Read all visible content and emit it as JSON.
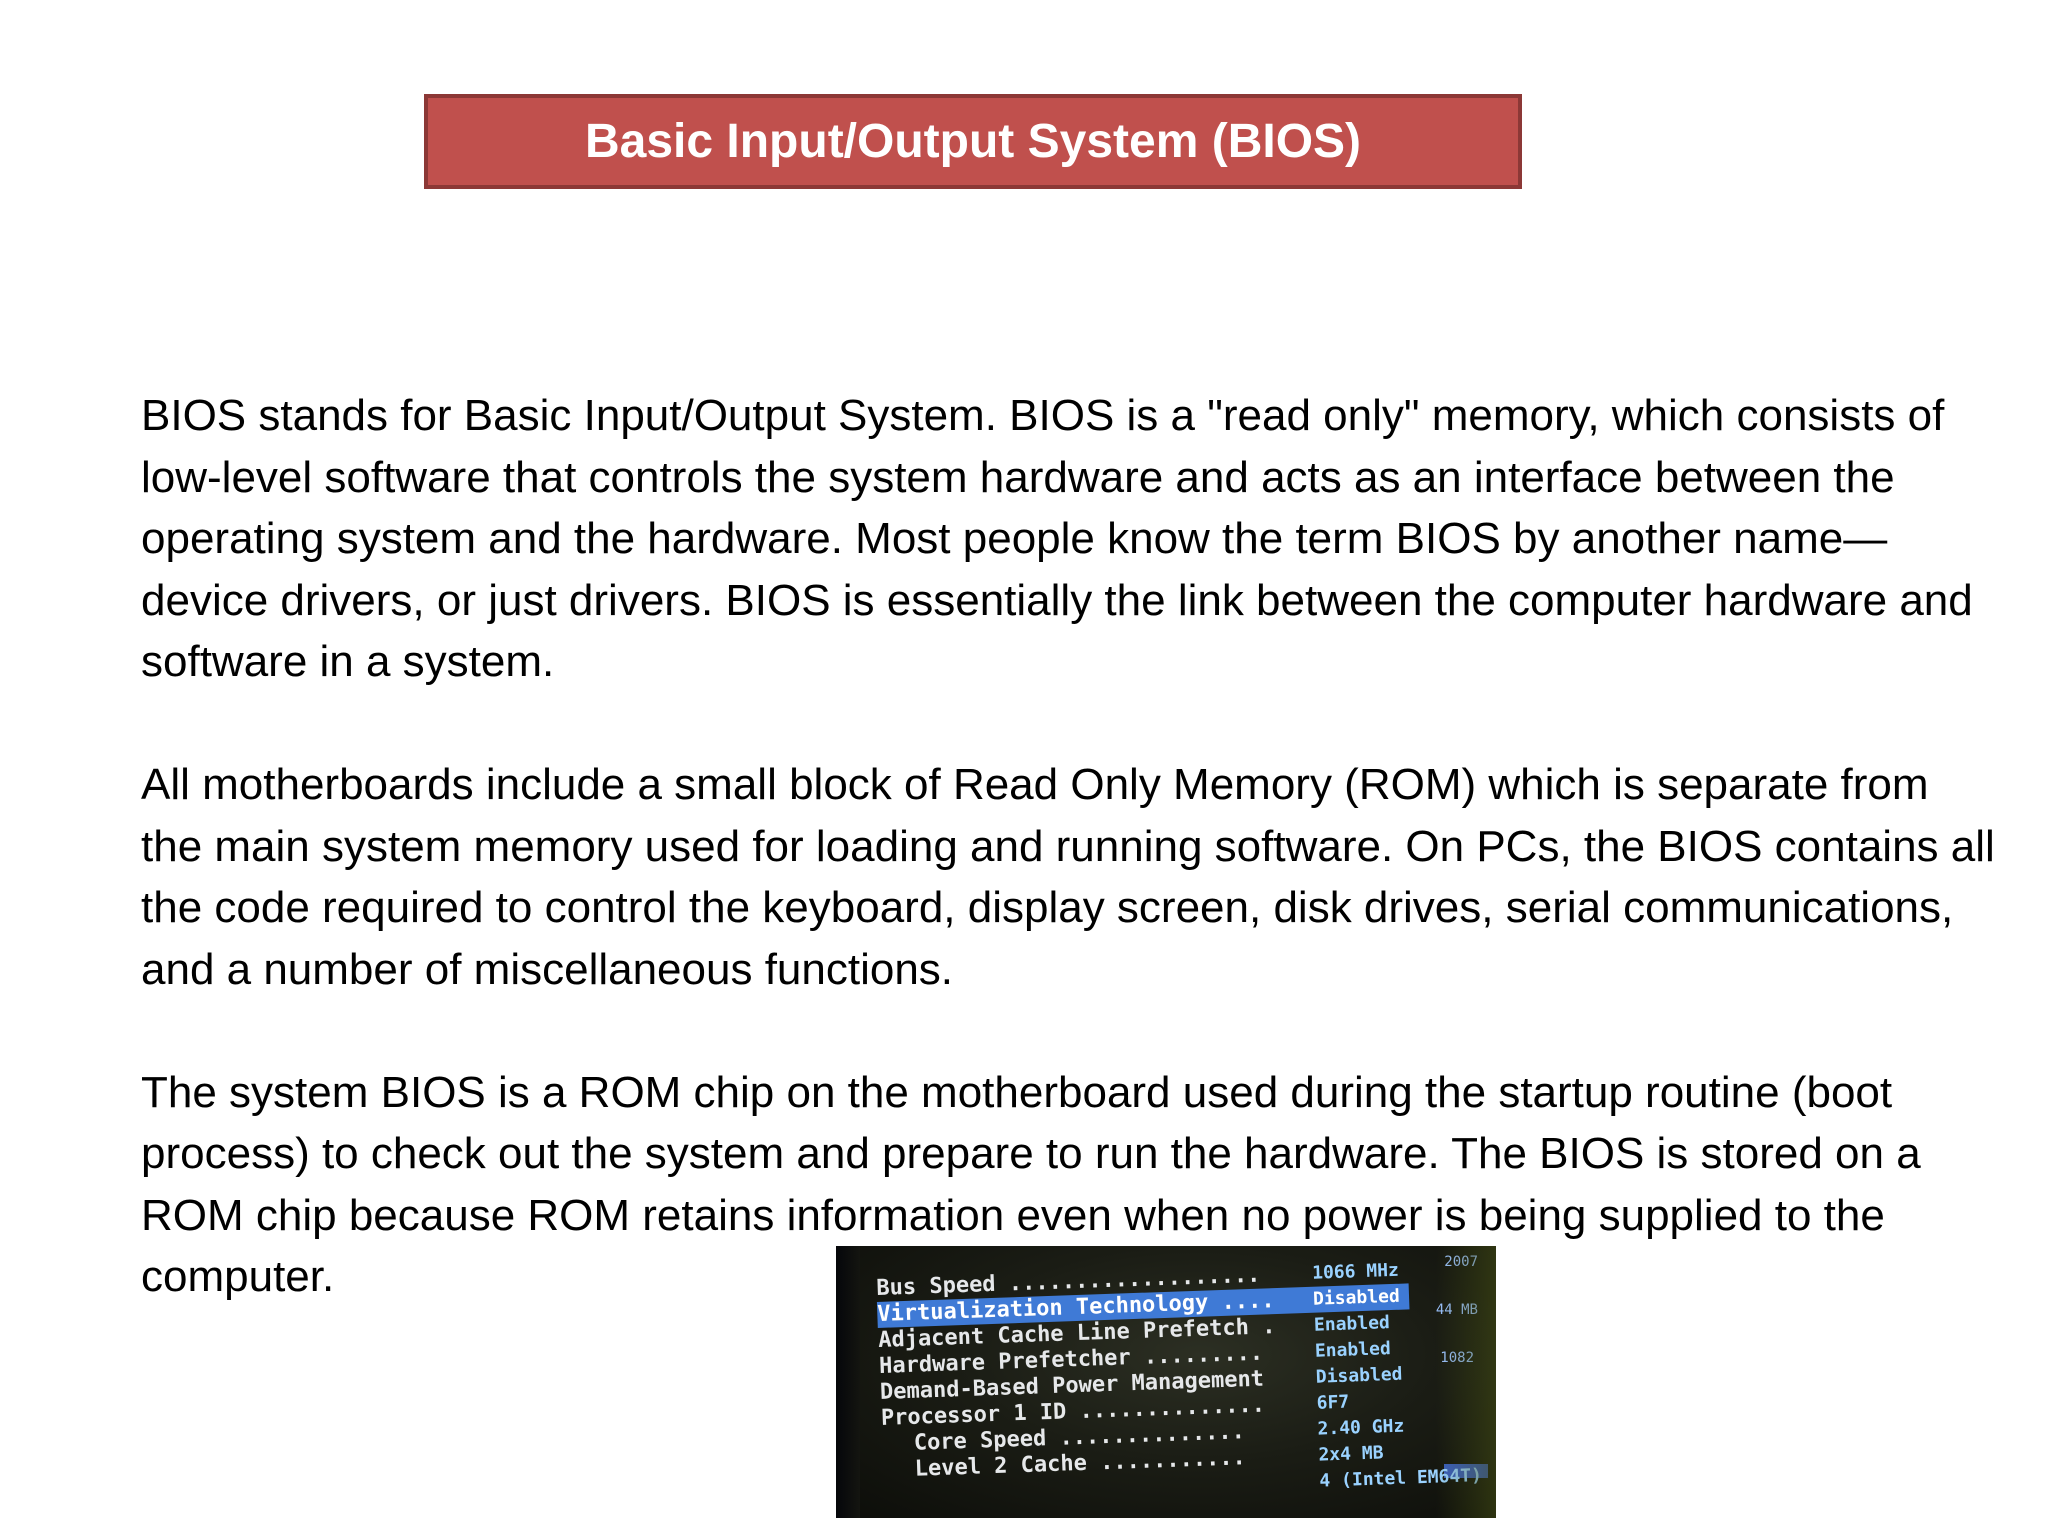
{
  "slide": {
    "title": "Basic Input/Output System (BIOS)",
    "paragraphs": [
      "BIOS stands for Basic Input/Output System. BIOS is a \"read only\" memory, which consists of low-level software that controls the system hardware and acts as an interface between the operating system and the hardware. Most people know the term BIOS by another name—device drivers, or just drivers. BIOS is essentially the link between the computer hardware and software in a system.",
      "All motherboards include a small block of Read Only Memory (ROM) which is separate from the main system memory used for loading and running software. On PCs, the BIOS contains all the code required to control the keyboard, display screen, disk drives, serial communications, and a number of miscellaneous functions.",
      "The system BIOS is a ROM chip on the motherboard used during the startup routine (boot process) to check out the system and prepare to run the hardware. The BIOS is stored on a ROM chip because ROM retains information even when no power is being supplied to the computer."
    ]
  },
  "bios_photo": {
    "rows": [
      {
        "label": "Bus Speed ...................",
        "value": "1066 MHz"
      },
      {
        "label": "Virtualization Technology ....",
        "value": "Disabled",
        "selected": true
      },
      {
        "label": "Adjacent Cache Line Prefetch .",
        "value": "Enabled"
      },
      {
        "label": "Hardware Prefetcher .........",
        "value": "Enabled"
      },
      {
        "label": "Demand-Based Power Management",
        "value": "Disabled"
      },
      {
        "label": "Processor 1 ID ..............",
        "value": "6F7"
      },
      {
        "label": "Core Speed ..............",
        "value": "2.40 GHz",
        "indent": true
      },
      {
        "label": "Level 2 Cache ...........",
        "value": "2x4 MB",
        "indent": true
      },
      {
        "label": "",
        "value": "4 (Intel EM64T)",
        "indent": true
      }
    ],
    "side_labels": [
      "2007",
      "44 MB",
      "1082"
    ],
    "selection_color": "#3f7ad6",
    "value_color": "#9ad2ff"
  }
}
